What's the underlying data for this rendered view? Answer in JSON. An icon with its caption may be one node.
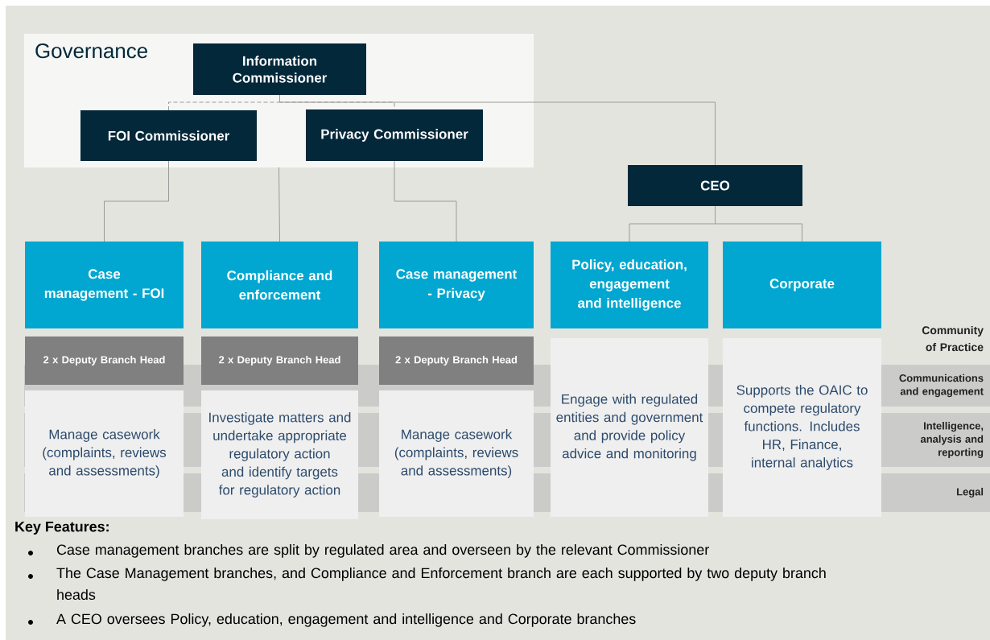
{
  "diagram": {
    "nodes": [
      {
        "text": [
          "Governance"
        ]
      },
      {
        "text": [
          "Information Commissioner"
        ],
        "in": 0
      },
      {
        "text": [
          "FOI Commissioner"
        ],
        "in": 0
      },
      {
        "text": [
          "Privacy Commissioner"
        ],
        "in": 0
      },
      {
        "text": [
          "CEO"
        ]
      },
      {
        "text": [
          "Case management - FOI"
        ]
      },
      {
        "text": [
          "Compliance and enforcement"
        ]
      },
      {
        "text": [
          "Case management - Privacy"
        ]
      },
      {
        "text": [
          "Policy, education, engagement and intelligence"
        ]
      },
      {
        "text": [
          "Corporate"
        ]
      },
      {
        "text": [
          "2 x Deputy Branch Head"
        ]
      },
      {
        "text": [
          "2 x Deputy Branch Head"
        ]
      },
      {
        "text": [
          "2 x Deputy Branch Head"
        ]
      },
      {
        "text": [
          "Manage casework (complaints, reviews and assessments)"
        ]
      },
      {
        "text": [
          "Investigate matters and undertake appropriate regulatory action and identify targets for regulatory action"
        ]
      },
      {
        "text": [
          "Manage casework (complaints, reviews and assessments)"
        ]
      },
      {
        "text": [
          "Engage with regulated entities and government and provide policy advice and monitoring"
        ]
      },
      {
        "text": [
          "Supports the OAIC to compete regulatory functions. Includes HR, Finance, internal analytics"
        ]
      },
      {
        "text": [
          "Communications and engagement"
        ]
      },
      {
        "text": [
          "Intelligence, analysis and reporting"
        ]
      },
      {
        "text": [
          "Legal"
        ]
      }
    ],
    "edges": [
      {
        "from": 1,
        "to": 2,
        "arrow": "none",
        "style": "dashed"
      },
      {
        "from": 1,
        "to": 3,
        "arrow": "none",
        "style": "dashed"
      },
      {
        "from": 1,
        "to": 4,
        "arrow": "none"
      },
      {
        "from": 2,
        "to": 5,
        "arrow": "none"
      },
      {
        "from": 0,
        "to": 6,
        "arrow": "none"
      },
      {
        "from": 3,
        "to": 7,
        "arrow": "none"
      },
      {
        "from": 4,
        "to": 8,
        "arrow": "none"
      },
      {
        "from": 4,
        "to": 9,
        "arrow": "none"
      }
    ],
    "labels": [
      "Community of Practice",
      "Key Features:",
      "Case management branches are split by regulated area and overseen by the relevant Commissioner",
      "The Case Management branches, and Compliance and Enforcement branch are each supported by two deputy branch heads",
      "A CEO oversees Policy, education, engagement and intelligence and Corporate branches"
    ]
  }
}
